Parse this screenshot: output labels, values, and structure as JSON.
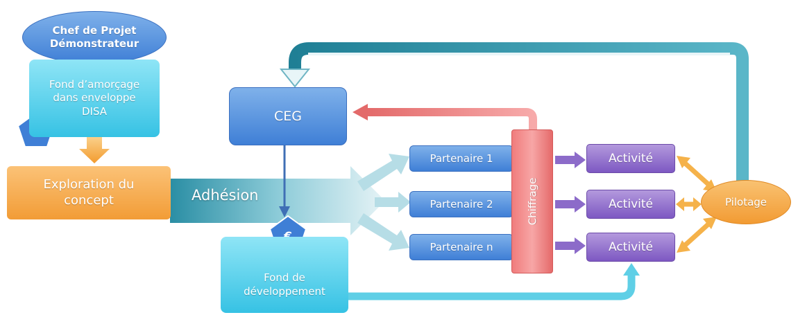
{
  "chef_projet": "Chef de Projet\nDémonstrateur",
  "fond_amorcage": "Fond d’amorçage\ndans enveloppe\nDISA",
  "euro_symbol": "€",
  "exploration": "Exploration du\nconcept",
  "adhesion": "Adhésion",
  "ceg": "CEG",
  "partenaires": [
    "Partenaire 1",
    "Partenaire 2",
    "Partenaire n"
  ],
  "chiffrage": "Chiffrage",
  "activites": [
    "Activité",
    "Activité",
    "Activité"
  ],
  "pilotage": "Pilotage",
  "fond_developpement": "Fond de\ndéveloppement",
  "colors": {
    "blue": "#4f8ee0",
    "cyan": "#45c8e8",
    "orange": "#f5a742",
    "purple": "#8c6bc9",
    "red": "#f08080",
    "teal": "#2d8fa5",
    "pilotage": "#f5a742"
  }
}
